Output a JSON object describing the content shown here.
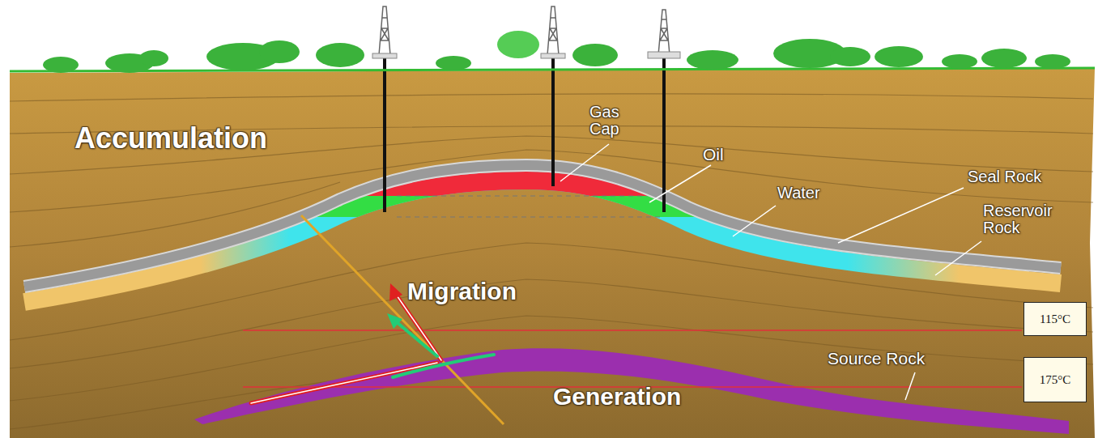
{
  "diagram": {
    "nodes": [
      {
        "text": [
          "115°C"
        ]
      },
      {
        "text": [
          "175°C"
        ]
      }
    ],
    "labels": [
      "Accumulation",
      "Gas Cap",
      "Oil",
      "Seal Rock",
      "Water",
      "Reservoir Rock",
      "Migration",
      "Source Rock",
      "Generation"
    ]
  }
}
